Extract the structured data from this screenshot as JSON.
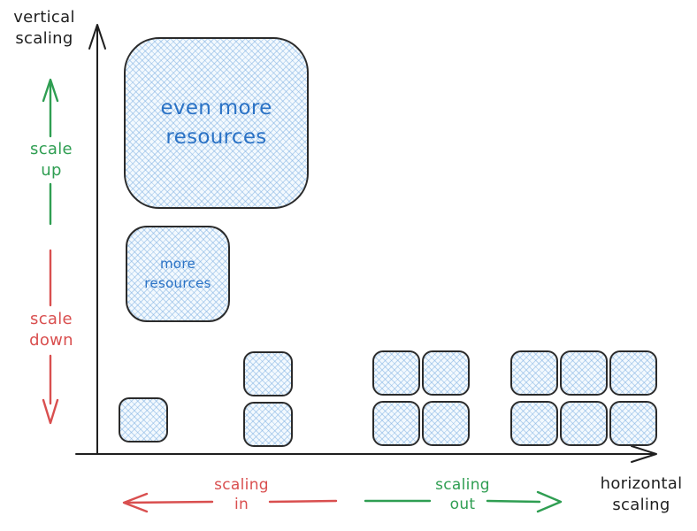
{
  "colors": {
    "ink": "#1f1f1f",
    "green": "#2f9e52",
    "red": "#d94f4f",
    "blue": "#2a72c5",
    "box_fill": "#f3f9fe",
    "box_hatch": "#7db1e1",
    "box_border": "#2b2b2b"
  },
  "axes": {
    "y_label": "vertical scaling",
    "x_label": "horizontal scaling"
  },
  "vertical_actions": {
    "up_label": "scale up",
    "down_label": "scale down"
  },
  "horizontal_actions": {
    "in_label": "scaling in",
    "out_label": "scaling out"
  },
  "nodes": {
    "even_more": {
      "label": "even more resources"
    },
    "more": {
      "label": "more resources"
    }
  },
  "server_groups": [
    {
      "name": "single",
      "cols": 1,
      "count": 1
    },
    {
      "name": "stack-of-2",
      "cols": 1,
      "count": 2
    },
    {
      "name": "grid-2x2",
      "cols": 2,
      "count": 4
    },
    {
      "name": "grid-2x3",
      "cols": 3,
      "count": 6
    }
  ]
}
